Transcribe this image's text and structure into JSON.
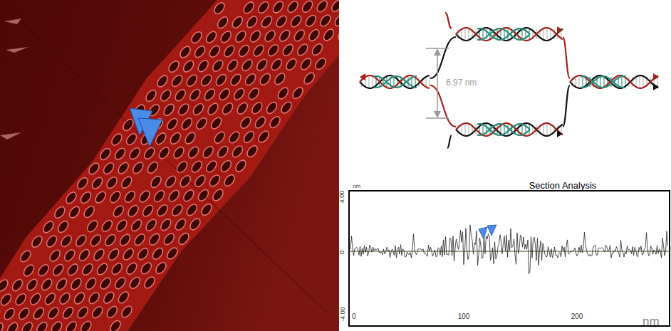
{
  "diagram": {
    "labels": [
      "6.97 nm",
      "Section Analysis",
      "nm",
      "4.00",
      "0",
      "-4.00",
      "0",
      "100",
      "200",
      "nm"
    ]
  }
}
